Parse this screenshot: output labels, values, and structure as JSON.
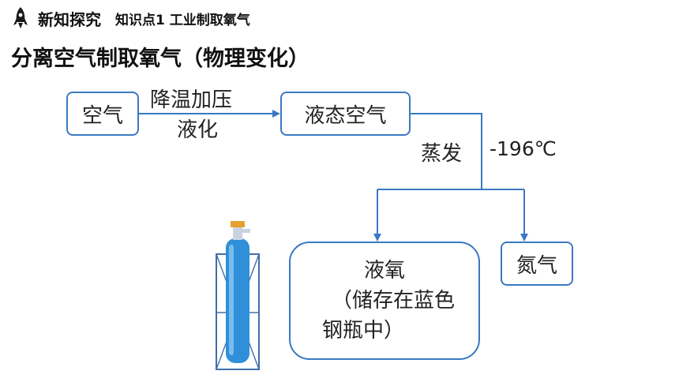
{
  "header": {
    "section": "新知探究",
    "topic": "知识点1 工业制取氧气"
  },
  "page_title": "分离空气制取氧气（物理变化）",
  "nodes": {
    "air": "空气",
    "liquid_air": "液态空气",
    "nitrogen": "氮气",
    "oxygen_line1": "液氧",
    "oxygen_line2": "（储存在蓝色",
    "oxygen_line3": "钢瓶中）"
  },
  "edges": {
    "condition_line1": "降温加压",
    "condition_line2": "液化",
    "evaporate": "蒸发",
    "temperature": "-196℃"
  },
  "colors": {
    "border": "#3b78c2",
    "cylinder": "#2f8fd8"
  },
  "icons": [
    "rocket-icon",
    "oxygen-cylinder-icon"
  ]
}
